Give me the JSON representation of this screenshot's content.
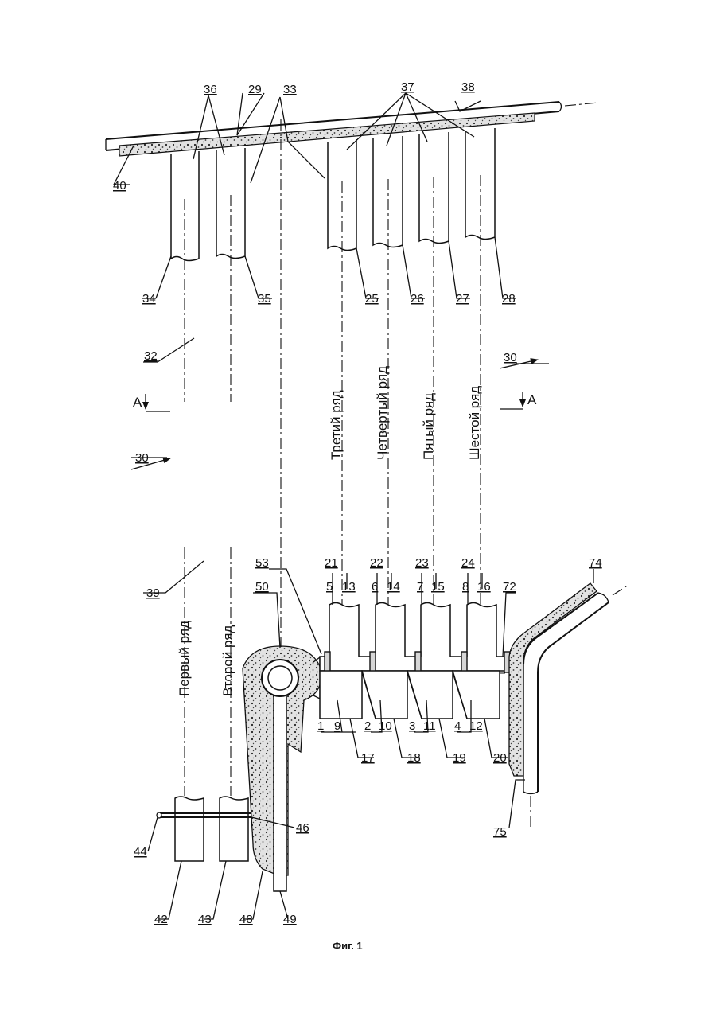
{
  "figure": {
    "caption": "Фиг. 1",
    "section_mark": "A",
    "rows": {
      "first": "Первый ряд",
      "second": "Второй ряд",
      "third": "Третий ряд",
      "fourth": "Четвертый ряд",
      "fifth": "Пятый ряд",
      "sixth": "Шестой ряд"
    },
    "refs": {
      "r1": "1",
      "r2": "2",
      "r3": "3",
      "r4": "4",
      "r5": "5",
      "r6": "6",
      "r7": "7",
      "r8": "8",
      "r9": "9",
      "r10": "10",
      "r11": "11",
      "r12": "12",
      "r13": "13",
      "r14": "14",
      "r15": "15",
      "r16": "16",
      "r17": "17",
      "r18": "18",
      "r19": "19",
      "r20": "20",
      "r21": "21",
      "r22": "22",
      "r23": "23",
      "r24": "24",
      "r25": "25",
      "r26": "26",
      "r27": "27",
      "r28": "28",
      "r29": "29",
      "r30": "30",
      "r32": "32",
      "r33": "33",
      "r34": "34",
      "r35": "35",
      "r36": "36",
      "r37": "37",
      "r38": "38",
      "r39": "39",
      "r40": "40",
      "r42": "42",
      "r43": "43",
      "r44": "44",
      "r46": "46",
      "r48": "48",
      "r49": "49",
      "r50": "50",
      "r53": "53",
      "r72": "72",
      "r74": "74",
      "r75": "75"
    }
  }
}
